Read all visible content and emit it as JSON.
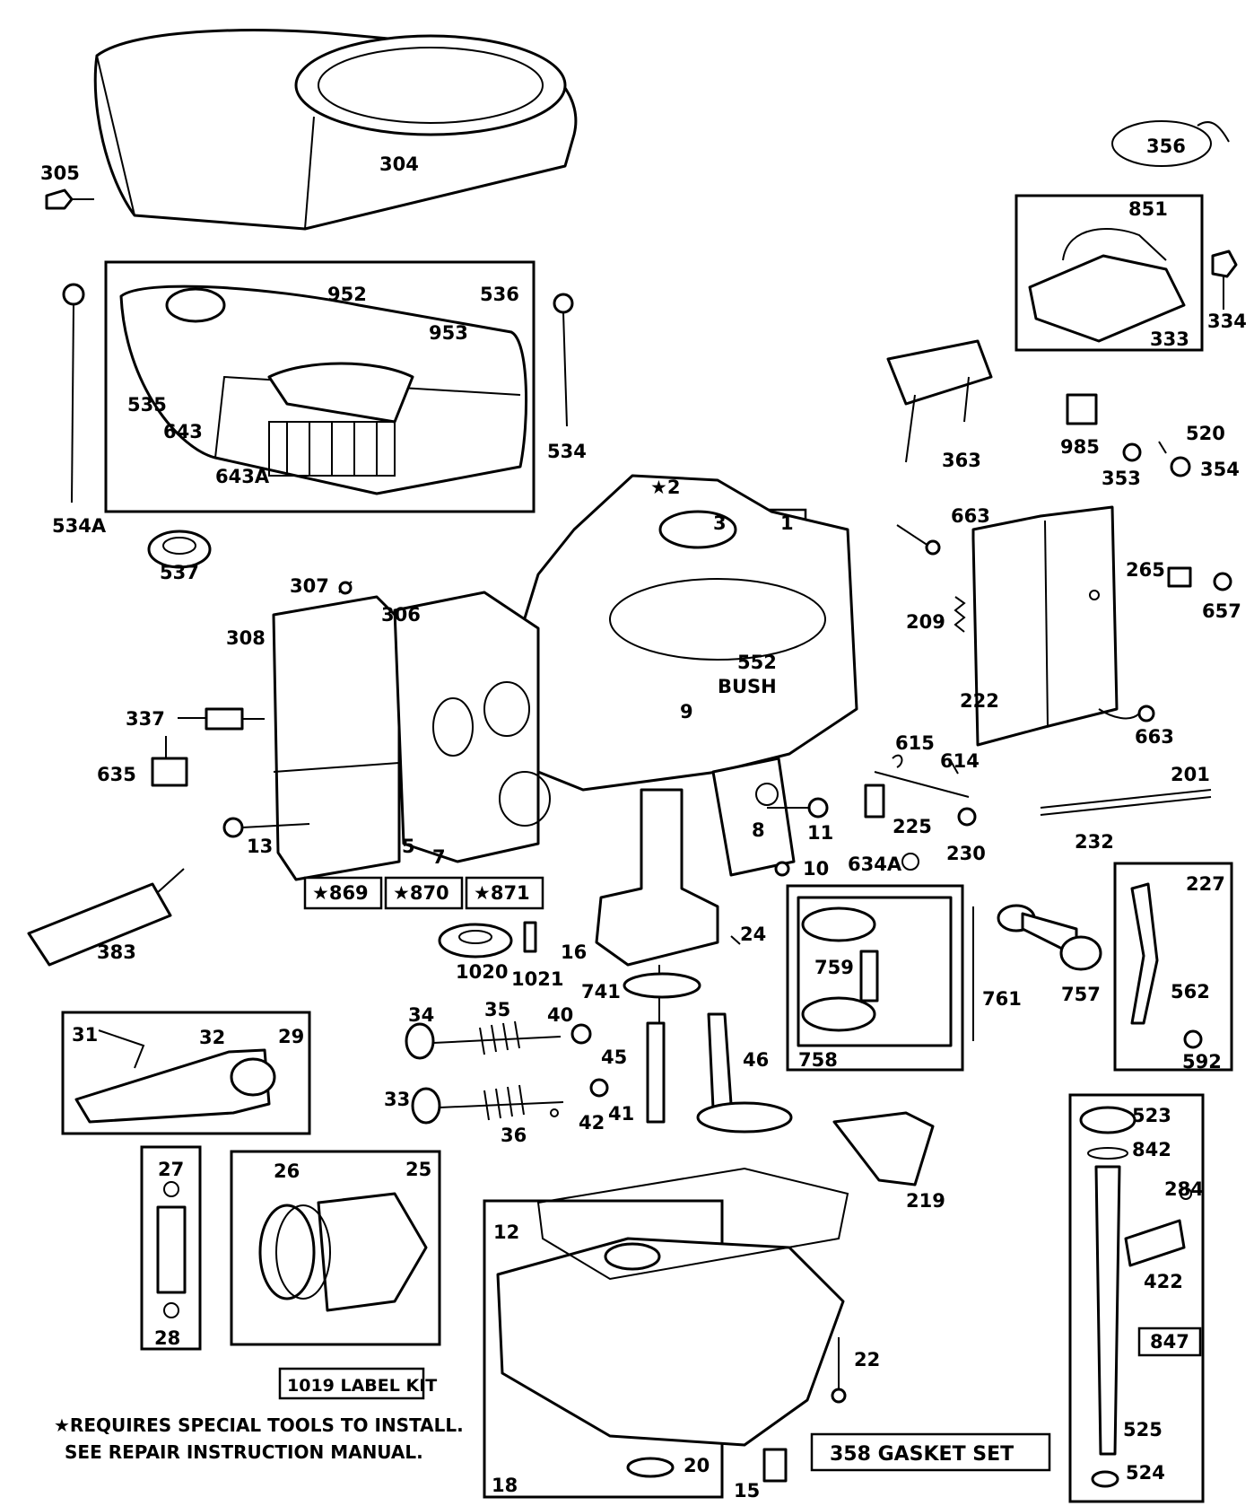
{
  "part_numbers": {
    "p304": "304",
    "p305": "305",
    "p356": "356",
    "p851": "851",
    "p334": "334",
    "p333": "333",
    "p536": "536",
    "p952": "952",
    "p953": "953",
    "p535": "535",
    "p643": "643",
    "p643a": "643A",
    "p534": "534",
    "p534a": "534A",
    "p537": "537",
    "p363": "363",
    "p985": "985",
    "p520": "520",
    "p353": "353",
    "p354": "354",
    "p2": "★2",
    "p3": "3",
    "p1": "1",
    "p663a": "663",
    "p663b": "663",
    "p265": "265",
    "p657": "657",
    "p209": "209",
    "p222": "222",
    "p307": "307",
    "p306": "306",
    "p308": "308",
    "p552": "552",
    "bush": "BUSH",
    "p337": "337",
    "p9": "9",
    "p615": "615",
    "p614": "614",
    "p201": "201",
    "p635": "635",
    "p225": "225",
    "p232": "232",
    "p230": "230",
    "p13": "13",
    "p5": "5",
    "p7": "7",
    "p8": "8",
    "p11": "11",
    "p634a": "634A",
    "p10": "10",
    "p869": "★869",
    "p870": "★870",
    "p871": "★871",
    "p227": "227",
    "p383": "383",
    "p1020": "1020",
    "p1021": "1021",
    "p16": "16",
    "p24": "24",
    "p759": "759",
    "p761": "761",
    "p757": "757",
    "p741": "741",
    "p562": "562",
    "p31": "31",
    "p32": "32",
    "p29": "29",
    "p34": "34",
    "p35": "35",
    "p40": "40",
    "p45": "45",
    "p46": "46",
    "p758": "758",
    "p592": "592",
    "p33": "33",
    "p42": "42",
    "p41": "41",
    "p36": "36",
    "p523": "523",
    "p842": "842",
    "p219": "219",
    "p27": "27",
    "p26": "26",
    "p25": "25",
    "p284": "284",
    "p12": "12",
    "p422": "422",
    "p28": "28",
    "p22": "22",
    "p847": "847",
    "p18": "18",
    "p20": "20",
    "p15": "15",
    "p525": "525",
    "p524": "524"
  },
  "label_kit": "1019 LABEL KIT",
  "gasket_set": "358  GASKET SET",
  "footnote": {
    "line1": "★REQUIRES SPECIAL TOOLS TO INSTALL.",
    "line2": "SEE REPAIR INSTRUCTION MANUAL."
  }
}
